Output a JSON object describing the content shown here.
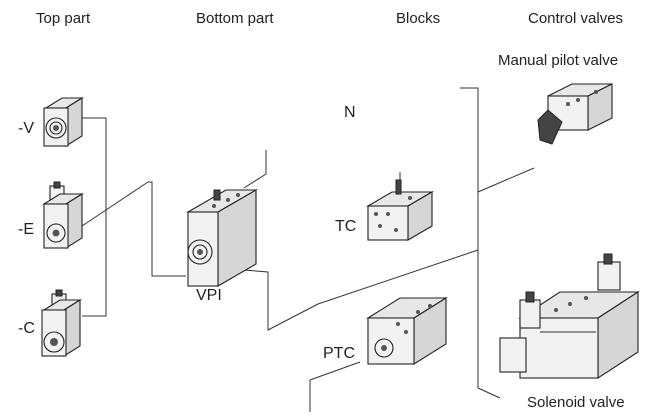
{
  "headers": {
    "top_part": "Top part",
    "bottom_part": "Bottom part",
    "blocks": "Blocks",
    "control_valves": "Control valves"
  },
  "labels": {
    "v": "-V",
    "e": "-E",
    "c": "-C",
    "vpi": "VPI",
    "n": "N",
    "tc": "TC",
    "ptc": "PTC",
    "manual_pilot_valve": "Manual pilot valve",
    "solenoid_valve": "Solenoid valve"
  },
  "colors": {
    "line": "#333333",
    "body": "#f2f2f2",
    "shade": "#d6d6d6"
  }
}
